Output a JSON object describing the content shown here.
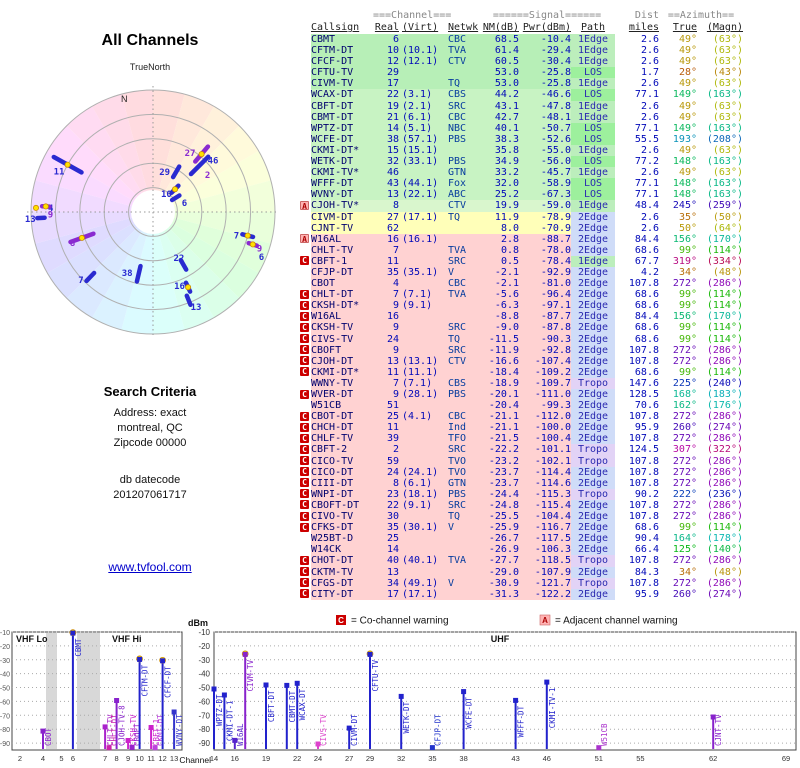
{
  "title": "All Channels",
  "north_label": "TrueNorth",
  "compass_n": "N",
  "search": {
    "heading": "Search Criteria",
    "lines": [
      "Address: exact",
      "montreal, QC",
      "Zipcode 00000"
    ],
    "datecode_label": "db datecode",
    "datecode": "201207061717"
  },
  "link": "www.tvfool.com",
  "legend": {
    "co": {
      "letter": "C",
      "text": "= Co-channel warning"
    },
    "adj": {
      "letter": "A",
      "text": "= Adjacent channel warning"
    }
  },
  "colors": {
    "link": "#0000cc",
    "badge_c": "#cc0000",
    "badge_a_bg": "#ffb3b3",
    "badge_a_fg": "#aa0000",
    "table_text": "#0008b8",
    "row_green": "#c8f3c3",
    "row_yellow": "#ffffb9",
    "row_pink": "#ffd2d2"
  },
  "table": {
    "group_headers": {
      "channel": "===Channel===",
      "signal": "======Signal======",
      "dist": "Dist",
      "azimuth": "==Azimuth=="
    },
    "columns": [
      "Callsign",
      "Real",
      "(Virt)",
      "Netwk",
      "NM(dB)",
      "Pwr(dBm)",
      "Path",
      "miles",
      "True",
      "(Magn)"
    ],
    "row_fields": [
      "badge",
      "callsign",
      "real",
      "virt",
      "netwk",
      "nm_db",
      "pwr_dbm",
      "path",
      "dist_miles",
      "azimuth_true",
      "azimuth_magn"
    ],
    "rows": [
      [
        "",
        "CBMT",
        "6",
        "",
        "CBC",
        "68.5",
        "-10.4",
        "1Edge",
        "2.6",
        "49°",
        "(63°)"
      ],
      [
        "",
        "CFTM-DT",
        "10",
        "(10.1)",
        "TVA",
        "61.4",
        "-29.4",
        "1Edge",
        "2.6",
        "49°",
        "(63°)"
      ],
      [
        "",
        "CFCF-DT",
        "12",
        "(12.1)",
        "CTV",
        "60.5",
        "-30.4",
        "1Edge",
        "2.6",
        "49°",
        "(63°)"
      ],
      [
        "",
        "CFTU-TV",
        "29",
        "",
        "",
        "53.0",
        "-25.8",
        "LOS",
        "1.7",
        "28°",
        "(43°)"
      ],
      [
        "",
        "CIVM-TV",
        "17",
        "",
        "TQ",
        "53.0",
        "-25.8",
        "1Edge",
        "2.6",
        "49°",
        "(63°)"
      ],
      [
        "",
        "WCAX-DT",
        "22",
        "(3.1)",
        "CBS",
        "44.2",
        "-46.6",
        "LOS",
        "77.1",
        "149°",
        "(163°)"
      ],
      [
        "",
        "CBFT-DT",
        "19",
        "(2.1)",
        "SRC",
        "43.1",
        "-47.8",
        "1Edge",
        "2.6",
        "49°",
        "(63°)"
      ],
      [
        "",
        "CBMT-DT",
        "21",
        "(6.1)",
        "CBC",
        "42.7",
        "-48.1",
        "1Edge",
        "2.6",
        "49°",
        "(63°)"
      ],
      [
        "",
        "WPTZ-DT",
        "14",
        "(5.1)",
        "NBC",
        "40.1",
        "-50.7",
        "LOS",
        "77.1",
        "149°",
        "(163°)"
      ],
      [
        "",
        "WCFE-DT",
        "38",
        "(57.1)",
        "PBS",
        "38.3",
        "-52.6",
        "LOS",
        "55.5",
        "193°",
        "(208°)"
      ],
      [
        "",
        "CKMI-DT*",
        "15",
        "(15.1)",
        "",
        "35.8",
        "-55.0",
        "1Edge",
        "2.6",
        "49°",
        "(63°)"
      ],
      [
        "",
        "WETK-DT",
        "32",
        "(33.1)",
        "PBS",
        "34.9",
        "-56.0",
        "LOS",
        "77.2",
        "148°",
        "(163°)"
      ],
      [
        "",
        "CKMI-TV*",
        "46",
        "",
        "GTN",
        "33.2",
        "-45.7",
        "1Edge",
        "2.6",
        "49°",
        "(63°)"
      ],
      [
        "",
        "WFFF-DT",
        "43",
        "(44.1)",
        "Fox",
        "32.0",
        "-58.9",
        "LOS",
        "77.1",
        "148°",
        "(163°)"
      ],
      [
        "",
        "WVNY-DT",
        "13",
        "(22.1)",
        "ABC",
        "25.2",
        "-67.3",
        "LOS",
        "77.1",
        "148°",
        "(163°)"
      ],
      [
        "A",
        "CJOH-TV*",
        "8",
        "",
        "CTV",
        "19.9",
        "-59.0",
        "1Edge",
        "48.4",
        "245°",
        "(259°)"
      ],
      [
        "",
        "CIVM-DT",
        "27",
        "(17.1)",
        "TQ",
        "11.9",
        "-78.9",
        "2Edge",
        "2.6",
        "35°",
        "(50°)"
      ],
      [
        "",
        "CJNT-TV",
        "62",
        "",
        "",
        "8.0",
        "-70.9",
        "2Edge",
        "2.6",
        "50°",
        "(64°)"
      ],
      [
        "A",
        "W16AL",
        "16",
        "(16.1)",
        "",
        "2.8",
        "-88.7",
        "2Edge",
        "84.4",
        "156°",
        "(170°)"
      ],
      [
        "",
        "CHLT-TV",
        "7",
        "",
        "TVA",
        "0.8",
        "-78.0",
        "2Edge",
        "68.6",
        "99°",
        "(114°)"
      ],
      [
        "C",
        "CBFT-1",
        "11",
        "",
        "SRC",
        "0.5",
        "-78.4",
        "1Edge",
        "67.7",
        "319°",
        "(334°)"
      ],
      [
        "",
        "CFJP-DT",
        "35",
        "(35.1)",
        "V",
        "-2.1",
        "-92.9",
        "2Edge",
        "4.2",
        "34°",
        "(48°)"
      ],
      [
        "",
        "CBOT",
        "4",
        "",
        "CBC",
        "-2.1",
        "-81.0",
        "2Edge",
        "107.8",
        "272°",
        "(286°)"
      ],
      [
        "C",
        "CHLT-DT",
        "7",
        "(7.1)",
        "TVA",
        "-5.6",
        "-96.4",
        "2Edge",
        "68.6",
        "99°",
        "(114°)"
      ],
      [
        "C",
        "CKSH-DT*",
        "9",
        "(9.1)",
        "",
        "-6.3",
        "-97.1",
        "2Edge",
        "68.6",
        "99°",
        "(114°)"
      ],
      [
        "C",
        "W16AL",
        "16",
        "",
        "",
        "-8.8",
        "-87.7",
        "2Edge",
        "84.4",
        "156°",
        "(170°)"
      ],
      [
        "C",
        "CKSH-TV",
        "9",
        "",
        "SRC",
        "-9.0",
        "-87.8",
        "2Edge",
        "68.6",
        "99°",
        "(114°)"
      ],
      [
        "C",
        "CIVS-TV",
        "24",
        "",
        "TQ",
        "-11.5",
        "-90.3",
        "2Edge",
        "68.6",
        "99°",
        "(114°)"
      ],
      [
        "C",
        "CBOFT",
        "9",
        "",
        "SRC",
        "-11.9",
        "-92.8",
        "2Edge",
        "107.8",
        "272°",
        "(286°)"
      ],
      [
        "C",
        "CJOH-DT",
        "13",
        "(13.1)",
        "CTV",
        "-16.6",
        "-107.4",
        "2Edge",
        "107.8",
        "272°",
        "(286°)"
      ],
      [
        "C",
        "CKMI-DT*",
        "11",
        "(11.1)",
        "",
        "-18.4",
        "-109.2",
        "2Edge",
        "68.6",
        "99°",
        "(114°)"
      ],
      [
        "",
        "WWNY-TV",
        "7",
        "(7.1)",
        "CBS",
        "-18.9",
        "-109.7",
        "Tropo",
        "147.6",
        "225°",
        "(240°)"
      ],
      [
        "C",
        "WVER-DT",
        "9",
        "(28.1)",
        "PBS",
        "-20.1",
        "-111.0",
        "2Edge",
        "128.5",
        "168°",
        "(183°)"
      ],
      [
        "",
        "W51CB",
        "51",
        "",
        "",
        "-20.4",
        "-99.3",
        "2Edge",
        "70.6",
        "162°",
        "(176°)"
      ],
      [
        "C",
        "CBOT-DT",
        "25",
        "(4.1)",
        "CBC",
        "-21.1",
        "-112.0",
        "2Edge",
        "107.8",
        "272°",
        "(286°)"
      ],
      [
        "C",
        "CHCH-DT",
        "11",
        "",
        "Ind",
        "-21.1",
        "-100.0",
        "2Edge",
        "95.9",
        "260°",
        "(274°)"
      ],
      [
        "C",
        "CHLF-TV",
        "39",
        "",
        "TFO",
        "-21.5",
        "-100.4",
        "2Edge",
        "107.8",
        "272°",
        "(286°)"
      ],
      [
        "C",
        "CBFT-2",
        "2",
        "",
        "SRC",
        "-22.2",
        "-101.1",
        "Tropo",
        "124.5",
        "307°",
        "(322°)"
      ],
      [
        "C",
        "CICO-TV",
        "59",
        "",
        "TVO",
        "-23.2",
        "-102.1",
        "Tropo",
        "107.8",
        "272°",
        "(286°)"
      ],
      [
        "C",
        "CICO-DT",
        "24",
        "(24.1)",
        "TVO",
        "-23.7",
        "-114.4",
        "2Edge",
        "107.8",
        "272°",
        "(286°)"
      ],
      [
        "C",
        "CIII-DT",
        "8",
        "(6.1)",
        "GTN",
        "-23.7",
        "-114.6",
        "2Edge",
        "107.8",
        "272°",
        "(286°)"
      ],
      [
        "C",
        "WNPI-DT",
        "23",
        "(18.1)",
        "PBS",
        "-24.4",
        "-115.3",
        "Tropo",
        "90.2",
        "222°",
        "(236°)"
      ],
      [
        "C",
        "CBOFT-DT",
        "22",
        "(9.1)",
        "SRC",
        "-24.8",
        "-115.4",
        "2Edge",
        "107.8",
        "272°",
        "(286°)"
      ],
      [
        "C",
        "CIVO-TV",
        "30",
        "",
        "TQ",
        "-25.5",
        "-104.4",
        "2Edge",
        "107.8",
        "272°",
        "(286°)"
      ],
      [
        "C",
        "CFKS-DT",
        "35",
        "(30.1)",
        "V",
        "-25.9",
        "-116.7",
        "2Edge",
        "68.6",
        "99°",
        "(114°)"
      ],
      [
        "",
        "W25BT-D",
        "25",
        "",
        "",
        "-26.7",
        "-117.5",
        "2Edge",
        "90.4",
        "164°",
        "(178°)"
      ],
      [
        "",
        "W14CK",
        "14",
        "",
        "",
        "-26.9",
        "-106.3",
        "2Edge",
        "66.4",
        "125°",
        "(140°)"
      ],
      [
        "C",
        "CHOT-DT",
        "40",
        "(40.1)",
        "TVA",
        "-27.7",
        "-118.5",
        "Tropo",
        "107.8",
        "272°",
        "(286°)"
      ],
      [
        "C",
        "CKTM-TV",
        "13",
        "",
        "",
        "-29.0",
        "-107.9",
        "2Edge",
        "84.3",
        "34°",
        "(48°)"
      ],
      [
        "C",
        "CFGS-DT",
        "34",
        "(49.1)",
        "V",
        "-30.9",
        "-121.7",
        "Tropo",
        "107.8",
        "272°",
        "(286°)"
      ],
      [
        "C",
        "CITY-DT",
        "17",
        "(17.1)",
        "",
        "-31.3",
        "-122.2",
        "2Edge",
        "95.9",
        "260°",
        "(274°)"
      ]
    ]
  },
  "chart_data": {
    "polar": {
      "type": "scatter",
      "title": "All Channels",
      "north": "TrueNorth",
      "rings": 5,
      "markers": [
        {
          "label": "11",
          "az": 299,
          "r": 0.8,
          "seg": 0.26,
          "dot": true,
          "color": "#2a2ad0",
          "dx": -14,
          "dy": 10
        },
        {
          "label": "27",
          "az": 40,
          "r": 0.62,
          "seg": 0.16,
          "dot": true,
          "color": "#8a2ad0",
          "dx": -17,
          "dy": 2
        },
        {
          "label": "46",
          "az": 45,
          "r": 0.54,
          "seg": 0.2,
          "dot": false,
          "color": "#2a2ad0",
          "dx": 8,
          "dy": -2
        },
        {
          "label": "2",
          "az": 50,
          "r": 0.47,
          "seg": 0,
          "dot": false,
          "color": "#8a2ad0",
          "dx": 8,
          "dy": 3
        },
        {
          "label": "29",
          "az": 30,
          "r": 0.38,
          "seg": 0.1,
          "dot": false,
          "color": "#2a2ad0",
          "dx": -17,
          "dy": 3
        },
        {
          "label": "10",
          "az": 44,
          "r": 0.26,
          "seg": 0.08,
          "dot": true,
          "color": "#2a2ad0",
          "dx": -14,
          "dy": 8
        },
        {
          "label": "6",
          "az": 58,
          "r": 0.22,
          "seg": 0.07,
          "dot": false,
          "color": "#2a2ad0",
          "dx": 6,
          "dy": 8
        },
        {
          "label": "4",
          "az": 272,
          "r": 0.96,
          "seg": 0,
          "dot": true,
          "color": "#2a2ad0",
          "dx": 12,
          "dy": 3
        },
        {
          "label": "13",
          "az": 267,
          "r": 0.92,
          "seg": 0.06,
          "dot": false,
          "color": "#2a2ad0",
          "dx": -16,
          "dy": 4
        },
        {
          "label": "9",
          "az": 273,
          "r": 0.88,
          "seg": 0.06,
          "dot": true,
          "color": "#8a2ad0",
          "dx": 2,
          "dy": 11
        },
        {
          "label": "8",
          "az": 250,
          "r": 0.62,
          "seg": 0.2,
          "dot": true,
          "color": "#8a2ad0",
          "dx": -12,
          "dy": 8
        },
        {
          "label": "7",
          "az": 224,
          "r": 0.74,
          "seg": 0.09,
          "dot": false,
          "color": "#2a2ad0",
          "dx": -12,
          "dy": 6
        },
        {
          "label": "38",
          "az": 193,
          "r": 0.52,
          "seg": 0.13,
          "dot": false,
          "color": "#2a2ad0",
          "dx": -17,
          "dy": 2
        },
        {
          "label": "22",
          "az": 150,
          "r": 0.5,
          "seg": 0.09,
          "dot": false,
          "color": "#2a2ad0",
          "dx": -10,
          "dy": -4
        },
        {
          "label": "16",
          "az": 155,
          "r": 0.68,
          "seg": 0.08,
          "dot": true,
          "color": "#2a2ad0",
          "dx": -14,
          "dy": 2
        },
        {
          "label": "13",
          "az": 158,
          "r": 0.78,
          "seg": 0.08,
          "dot": false,
          "color": "#2a2ad0",
          "dx": 2,
          "dy": 10
        },
        {
          "label": "7",
          "az": 104,
          "r": 0.8,
          "seg": 0.09,
          "dot": true,
          "color": "#2a2ad0",
          "dx": -14,
          "dy": 0
        },
        {
          "label": "9",
          "az": 108,
          "r": 0.86,
          "seg": 0.07,
          "dot": true,
          "color": "#8a2ad0",
          "dx": 4,
          "dy": 7
        },
        {
          "label": "6",
          "az": 112,
          "r": 0.9,
          "seg": 0,
          "dot": false,
          "color": "#2a2ad0",
          "dx": 4,
          "dy": 7
        }
      ]
    },
    "signal_chart": {
      "type": "scatter",
      "ylabel": "dBm",
      "xlabel": "Channel",
      "yticks": [
        -10,
        -20,
        -30,
        -40,
        -50,
        -60,
        -70,
        -80,
        -90
      ],
      "bands": [
        "VHF Lo",
        "VHF Hi",
        "UHF"
      ],
      "vhf_ticks": [
        2,
        4,
        5,
        6,
        7,
        8,
        9,
        10,
        11,
        12,
        13
      ],
      "uhf_ticks": [
        14,
        16,
        19,
        22,
        24,
        27,
        29,
        32,
        35,
        38,
        43,
        46,
        51,
        55,
        62,
        69
      ],
      "vhf_gaps": [
        [
          46,
          57
        ],
        [
          77,
          100
        ]
      ],
      "markers_vhf": [
        {
          "ch": 4,
          "name": "CBOT",
          "dbm": -81.0,
          "color": "#8822cc"
        },
        {
          "ch": 6,
          "name": "CBMT",
          "dbm": -10.4,
          "color": "#2222cc",
          "yellow": true
        },
        {
          "ch": 7,
          "name": "CHLT-TV",
          "dbm": -78.0,
          "color": "#aa22cc"
        },
        {
          "ch": 7,
          "off": 4,
          "name": "CHLT-DT",
          "dbm": -96.4,
          "color": "#cc22aa"
        },
        {
          "ch": 8,
          "name": "CJOH-TV-8",
          "dbm": -59.0,
          "color": "#8822cc"
        },
        {
          "ch": 9,
          "name": "CKSH-TV",
          "dbm": -87.8,
          "color": "#cc22cc"
        },
        {
          "ch": 9,
          "off": 4,
          "name": "CBOFT",
          "dbm": -92.8,
          "color": "#9922cc"
        },
        {
          "ch": 10,
          "name": "CFTM-DT",
          "dbm": -29.4,
          "color": "#2222cc",
          "yellow": true
        },
        {
          "ch": 11,
          "name": "CBFT-1",
          "dbm": -78.4,
          "color": "#cc22cc"
        },
        {
          "ch": 11,
          "off": 4,
          "name": "CKMI-DT",
          "dbm": -109.2,
          "color": "#bb44dd"
        },
        {
          "ch": 12,
          "name": "CFCF-DT",
          "dbm": -30.4,
          "color": "#2222cc",
          "yellow": true
        },
        {
          "ch": 13,
          "name": "WVNY-DT",
          "dbm": -67.3,
          "color": "#3333cc"
        }
      ],
      "markers_uhf": [
        {
          "ch": 14,
          "name": "WPTZ-DT",
          "dbm": -50.7,
          "color": "#2222cc"
        },
        {
          "ch": 15,
          "name": "CKMI-DT-1",
          "dbm": -55.0,
          "color": "#2222cc"
        },
        {
          "ch": 16,
          "name": "W16AL",
          "dbm": -87.7,
          "color": "#5522cc"
        },
        {
          "ch": 17,
          "name": "CIVM-TV",
          "dbm": -25.8,
          "color": "#8822cc",
          "yellow": true
        },
        {
          "ch": 19,
          "name": "CBFT-DT",
          "dbm": -47.8,
          "color": "#2222cc"
        },
        {
          "ch": 21,
          "name": "CBMT-DT",
          "dbm": -48.1,
          "color": "#2222cc"
        },
        {
          "ch": 22,
          "name": "WCAX-DT",
          "dbm": -46.6,
          "color": "#2222cc"
        },
        {
          "ch": 24,
          "name": "CIVS-TV",
          "dbm": -90.3,
          "color": "#dd44cc"
        },
        {
          "ch": 27,
          "name": "CIVM-DT",
          "dbm": -78.9,
          "color": "#2222cc"
        },
        {
          "ch": 29,
          "name": "CFTU-TV",
          "dbm": -25.8,
          "color": "#2222cc",
          "yellow": true
        },
        {
          "ch": 32,
          "name": "WETK-DT",
          "dbm": -56.0,
          "color": "#2222cc"
        },
        {
          "ch": 35,
          "name": "CFJP-DT",
          "dbm": -92.9,
          "color": "#2233cc"
        },
        {
          "ch": 38,
          "name": "WCFE-DT",
          "dbm": -52.6,
          "color": "#2222cc"
        },
        {
          "ch": 43,
          "name": "WFFF-DT",
          "dbm": -58.9,
          "color": "#2222cc"
        },
        {
          "ch": 46,
          "name": "CKMI-TV-1",
          "dbm": -45.7,
          "color": "#2222cc"
        },
        {
          "ch": 51,
          "name": "W51CB",
          "dbm": -99.3,
          "color": "#aa33cc"
        },
        {
          "ch": 62,
          "name": "CJNT-TV",
          "dbm": -70.9,
          "color": "#8822cc"
        }
      ]
    }
  }
}
